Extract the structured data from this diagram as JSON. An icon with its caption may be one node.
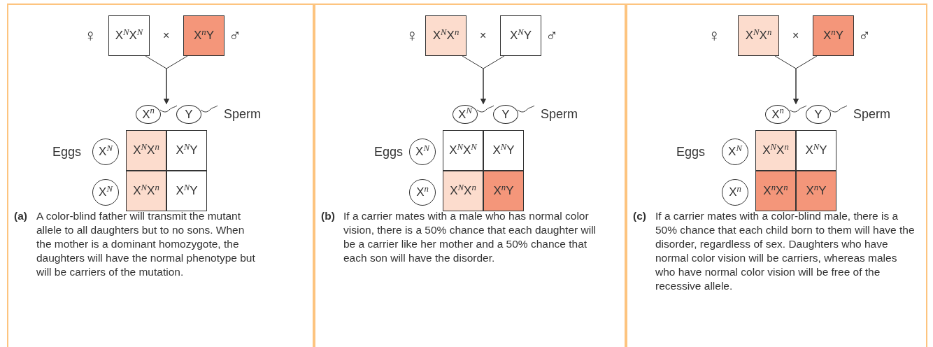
{
  "diagram": {
    "nodes": [
      {
        "text": [
          "(a)",
          "A color-blind father will transmit the mutant allele to all daughters but to no sons. When the mother is a dominant homozygote, the daughters will have the normal phenotype but will be carriers of the mutation."
        ]
      },
      {
        "text": [
          "X$^{N}$X$^{N}$"
        ],
        "in": 0,
        "beside": [
          "♀"
        ]
      },
      {
        "text": [
          "X$^{n}$Y"
        ],
        "in": 0,
        "beside": [
          "♂"
        ]
      },
      {
        "text": [
          "X$^{n}$"
        ],
        "in": 0
      },
      {
        "text": [
          "Y"
        ],
        "in": 0,
        "beside": [
          "Sperm"
        ]
      },
      {
        "text": [
          "X$^{N}$"
        ],
        "in": 0,
        "beside": [
          "Eggs"
        ]
      },
      {
        "text": [
          "X$^{N}$X$^{n}$"
        ],
        "in": 0
      },
      {
        "text": [
          "X$^{N}$Y"
        ],
        "in": 0
      },
      {
        "text": [
          "X$^{N}$"
        ],
        "in": 0
      },
      {
        "text": [
          "X$^{N}$X$^{n}$"
        ],
        "in": 0
      },
      {
        "text": [
          "X$^{N}$Y"
        ],
        "in": 0
      },
      {
        "text": [
          "(b)",
          "If a carrier mates with a male who has normal color vision, there is a 50% chance that each daughter will be a carrier like her mother and a 50% chance that each son will have the disorder."
        ]
      },
      {
        "text": [
          "X$^{N}$X$^{n}$"
        ],
        "in": 11,
        "beside": [
          "♀"
        ]
      },
      {
        "text": [
          "X$^{N}$Y"
        ],
        "in": 11,
        "beside": [
          "♂"
        ]
      },
      {
        "text": [
          "X$^{N}$"
        ],
        "in": 11
      },
      {
        "text": [
          "Y"
        ],
        "in": 11,
        "beside": [
          "Sperm"
        ]
      },
      {
        "text": [
          "X$^{N}$"
        ],
        "in": 11,
        "beside": [
          "Eggs"
        ]
      },
      {
        "text": [
          "X$^{N}$X$^{N}$"
        ],
        "in": 11
      },
      {
        "text": [
          "X$^{N}$Y"
        ],
        "in": 11
      },
      {
        "text": [
          "X$^{n}$"
        ],
        "in": 11
      },
      {
        "text": [
          "X$^{N}$X$^{n}$"
        ],
        "in": 11
      },
      {
        "text": [
          "X$^{n}$Y"
        ],
        "in": 11
      },
      {
        "text": [
          "(c)",
          "If a carrier mates with a color-blind male, there is a 50% chance that each child born to them will have the disorder, regardless of sex. Daughters who have normal color vision will be carriers, whereas males who have normal color vision will be free of the recessive allele."
        ]
      },
      {
        "text": [
          "X$^{N}$X$^{n}$"
        ],
        "in": 22,
        "beside": [
          "♀"
        ]
      },
      {
        "text": [
          "X$^{n}$Y"
        ],
        "in": 22,
        "beside": [
          "♂"
        ]
      },
      {
        "text": [
          "X$^{n}$"
        ],
        "in": 22
      },
      {
        "text": [
          "Y"
        ],
        "in": 22,
        "beside": [
          "Sperm"
        ]
      },
      {
        "text": [
          "X$^{N}$"
        ],
        "in": 22,
        "beside": [
          "Eggs"
        ]
      },
      {
        "text": [
          "X$^{N}$X$^{n}$"
        ],
        "in": 22
      },
      {
        "text": [
          "X$^{N}$Y"
        ],
        "in": 22
      },
      {
        "text": [
          "X$^{n}$"
        ],
        "in": 22
      },
      {
        "text": [
          "X$^{n}$X$^{n}$"
        ],
        "in": 22
      },
      {
        "text": [
          "X$^{n}$Y"
        ],
        "in": 22
      }
    ],
    "edges": [
      {
        "from": 1,
        "to": 3,
        "arrow": "to"
      },
      {
        "from": 2,
        "to": 3,
        "arrow": "to"
      },
      {
        "from": 12,
        "to": 14,
        "arrow": "to"
      },
      {
        "from": 13,
        "to": 14,
        "arrow": "to"
      },
      {
        "from": 23,
        "to": 25,
        "arrow": "to"
      },
      {
        "from": 24,
        "to": 25,
        "arrow": "to"
      }
    ],
    "labels": [
      "×",
      "×",
      "×"
    ]
  }
}
